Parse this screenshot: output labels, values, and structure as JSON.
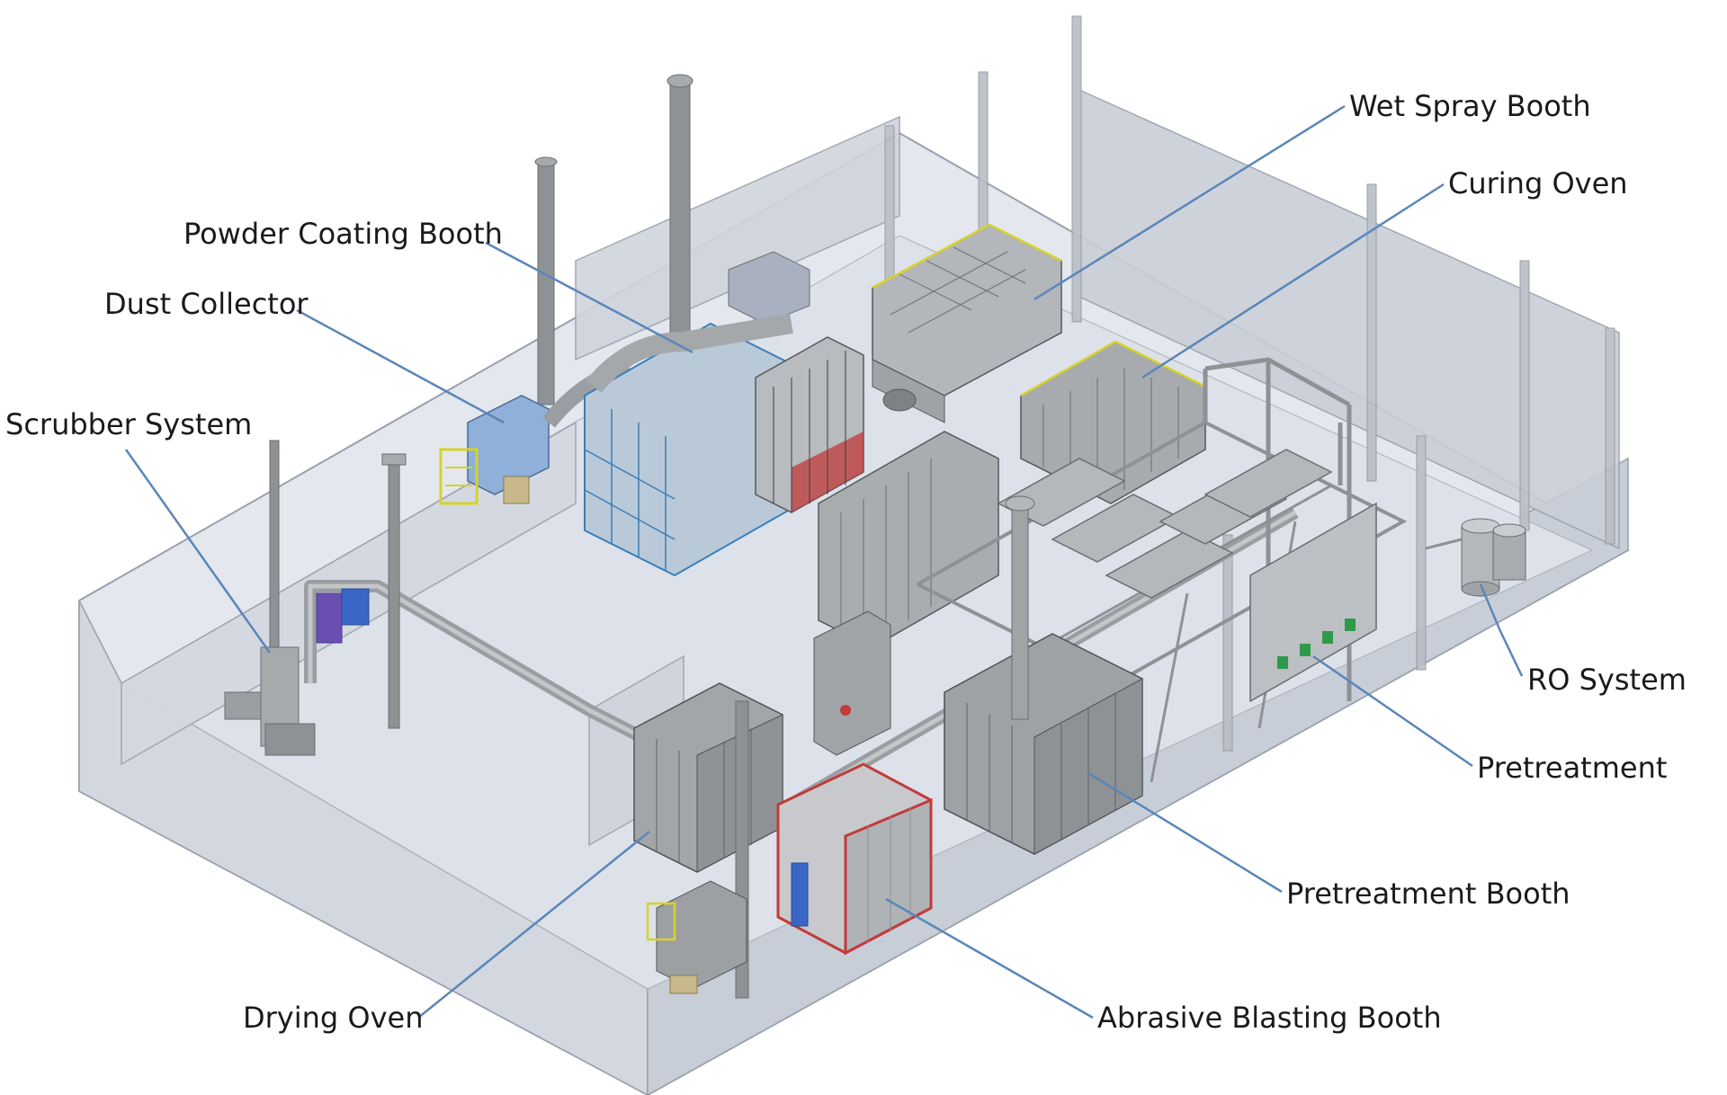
{
  "colors": {
    "callout_line": "#5b86b8",
    "floor": "#e2e5ec",
    "wall": "#cdd3dc",
    "equipment": "#8f9396",
    "steel": "#a3a7aa",
    "safety_yellow": "#d8d22a",
    "booth_red": "#c23a3a",
    "accent_blue": "#4a88c8"
  },
  "labels": {
    "wet_spray_booth": "Wet Spray Booth",
    "curing_oven": "Curing Oven",
    "powder_coating_booth": "Powder Coating Booth",
    "dust_collector": "Dust Collector",
    "scrubber_system": "Scrubber System",
    "ro_system": "RO System",
    "pretreatment": "Pretreatment",
    "pretreatment_booth": "Pretreatment Booth",
    "drying_oven": "Drying Oven",
    "abrasive_blasting_booth": "Abrasive Blasting Booth"
  }
}
